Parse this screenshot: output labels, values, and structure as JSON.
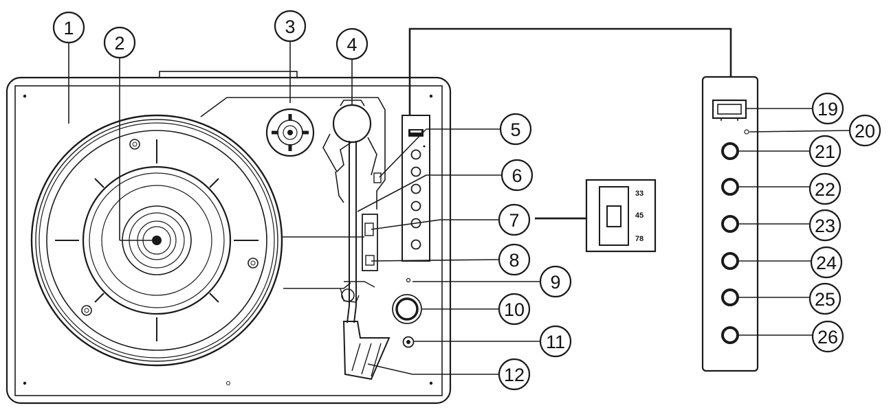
{
  "callouts": [
    {
      "id": "c1",
      "label": "1"
    },
    {
      "id": "c2",
      "label": "2"
    },
    {
      "id": "c3",
      "label": "3"
    },
    {
      "id": "c4",
      "label": "4"
    },
    {
      "id": "c5",
      "label": "5"
    },
    {
      "id": "c6",
      "label": "6"
    },
    {
      "id": "c7",
      "label": "7"
    },
    {
      "id": "c8",
      "label": "8"
    },
    {
      "id": "c9",
      "label": "9"
    },
    {
      "id": "c10",
      "label": "10"
    },
    {
      "id": "c11",
      "label": "11"
    },
    {
      "id": "c12",
      "label": "12"
    },
    {
      "id": "c19",
      "label": "19"
    },
    {
      "id": "c20",
      "label": "20"
    },
    {
      "id": "c21",
      "label": "21"
    },
    {
      "id": "c22",
      "label": "22"
    },
    {
      "id": "c23",
      "label": "23"
    },
    {
      "id": "c24",
      "label": "24"
    },
    {
      "id": "c25",
      "label": "25"
    },
    {
      "id": "c26",
      "label": "26"
    }
  ],
  "speed_switch": {
    "options": [
      "33",
      "45",
      "78"
    ]
  }
}
